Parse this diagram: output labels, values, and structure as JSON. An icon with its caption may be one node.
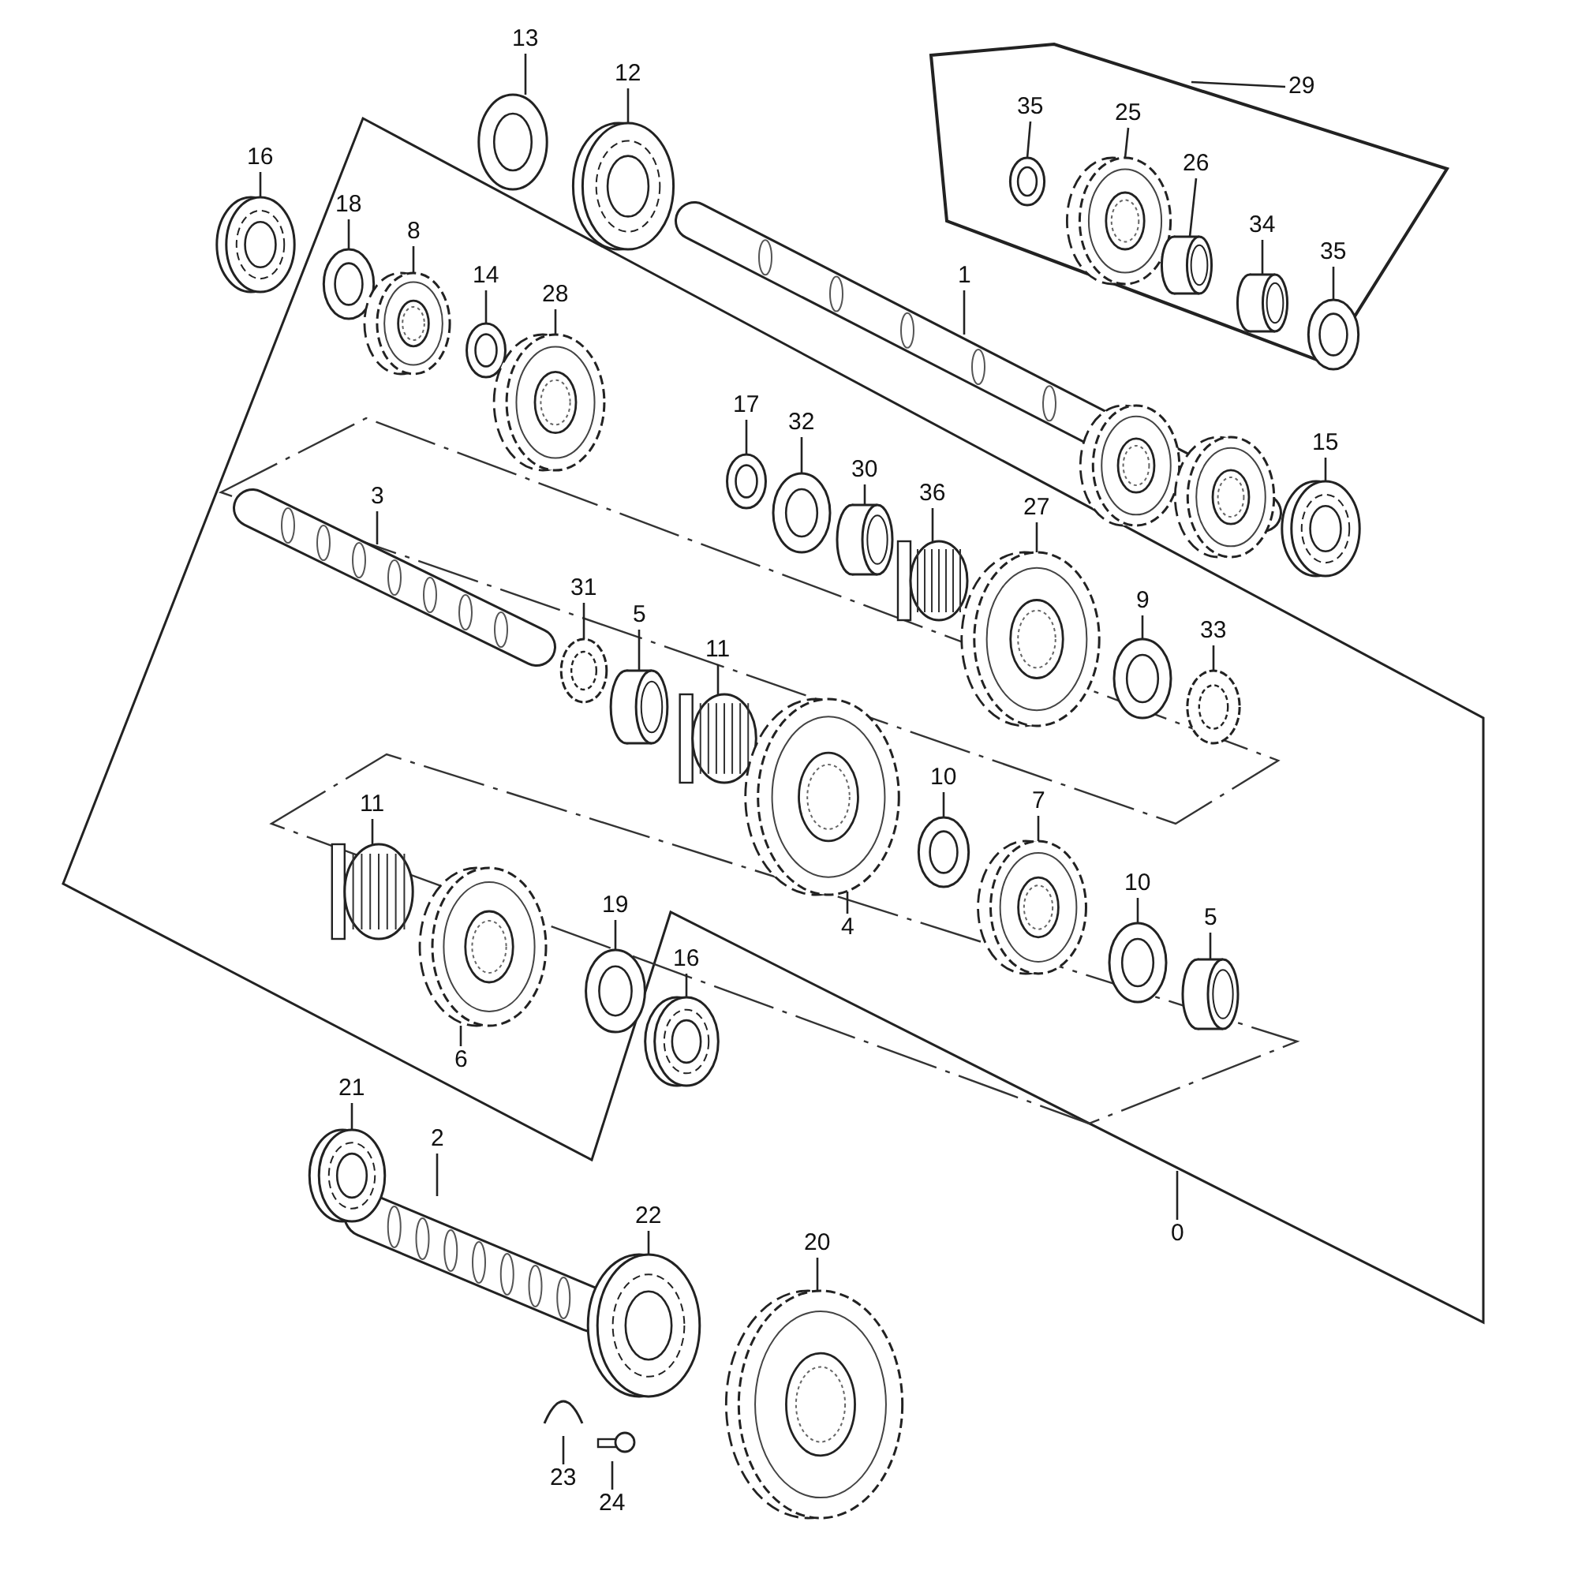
{
  "diagram": {
    "nodes": [
      {
        "text": [
          "13"
        ]
      },
      {
        "text": [
          "12"
        ]
      },
      {
        "text": [
          "29"
        ]
      },
      {
        "text": [
          "35"
        ]
      },
      {
        "text": [
          "25"
        ]
      },
      {
        "text": [
          "16"
        ]
      },
      {
        "text": [
          "26"
        ]
      },
      {
        "text": [
          "18"
        ]
      },
      {
        "text": [
          "8"
        ]
      },
      {
        "text": [
          "34"
        ]
      },
      {
        "text": [
          "35"
        ]
      },
      {
        "text": [
          "14"
        ]
      },
      {
        "text": [
          "1"
        ]
      },
      {
        "text": [
          "28"
        ]
      },
      {
        "text": [
          "17"
        ]
      },
      {
        "text": [
          "32"
        ]
      },
      {
        "text": [
          "15"
        ]
      },
      {
        "text": [
          "30"
        ]
      },
      {
        "text": [
          "36"
        ]
      },
      {
        "text": [
          "3"
        ]
      },
      {
        "text": [
          "27"
        ]
      },
      {
        "text": [
          "31"
        ]
      },
      {
        "text": [
          "5"
        ]
      },
      {
        "text": [
          "9"
        ]
      },
      {
        "text": [
          "11"
        ]
      },
      {
        "text": [
          "33"
        ]
      },
      {
        "text": [
          "10"
        ]
      },
      {
        "text": [
          "11"
        ]
      },
      {
        "text": [
          "7"
        ]
      },
      {
        "text": [
          "10"
        ]
      },
      {
        "text": [
          "19"
        ]
      },
      {
        "text": [
          "5"
        ]
      },
      {
        "text": [
          "4"
        ]
      },
      {
        "text": [
          "16"
        ]
      },
      {
        "text": [
          "6"
        ]
      },
      {
        "text": [
          "21"
        ]
      },
      {
        "text": [
          "2"
        ]
      },
      {
        "text": [
          "0"
        ]
      },
      {
        "text": [
          "22"
        ]
      },
      {
        "text": [
          "20"
        ]
      },
      {
        "text": [
          "23"
        ]
      },
      {
        "text": [
          "24"
        ]
      }
    ],
    "edges": [
      {
        "from": 0,
        "to": null,
        "arrow": "none"
      },
      {
        "from": 1,
        "to": null,
        "arrow": "none"
      },
      {
        "from": 2,
        "to": null,
        "arrow": "none"
      },
      {
        "from": 3,
        "to": null,
        "arrow": "none"
      },
      {
        "from": 4,
        "to": null,
        "arrow": "none"
      },
      {
        "from": 5,
        "to": null,
        "arrow": "none"
      },
      {
        "from": 6,
        "to": null,
        "arrow": "none"
      },
      {
        "from": 7,
        "to": null,
        "arrow": "none"
      },
      {
        "from": 8,
        "to": null,
        "arrow": "none"
      },
      {
        "from": 9,
        "to": null,
        "arrow": "none"
      },
      {
        "from": 10,
        "to": null,
        "arrow": "none"
      },
      {
        "from": 11,
        "to": null,
        "arrow": "none"
      },
      {
        "from": 12,
        "to": null,
        "arrow": "none"
      },
      {
        "from": 13,
        "to": null,
        "arrow": "none"
      },
      {
        "from": 14,
        "to": null,
        "arrow": "none"
      },
      {
        "from": 15,
        "to": null,
        "arrow": "none"
      },
      {
        "from": 16,
        "to": null,
        "arrow": "none"
      },
      {
        "from": 17,
        "to": null,
        "arrow": "none"
      },
      {
        "from": 18,
        "to": null,
        "arrow": "none"
      },
      {
        "from": 19,
        "to": null,
        "arrow": "none"
      },
      {
        "from": 20,
        "to": null,
        "arrow": "none"
      },
      {
        "from": 21,
        "to": null,
        "arrow": "none"
      },
      {
        "from": 22,
        "to": null,
        "arrow": "none"
      },
      {
        "from": 23,
        "to": null,
        "arrow": "none"
      },
      {
        "from": 24,
        "to": null,
        "arrow": "none"
      },
      {
        "from": 25,
        "to": null,
        "arrow": "none"
      },
      {
        "from": 26,
        "to": null,
        "arrow": "none"
      },
      {
        "from": 27,
        "to": null,
        "arrow": "none"
      },
      {
        "from": 28,
        "to": null,
        "arrow": "none"
      },
      {
        "from": 29,
        "to": null,
        "arrow": "none"
      },
      {
        "from": 30,
        "to": null,
        "arrow": "none"
      },
      {
        "from": 31,
        "to": null,
        "arrow": "none"
      },
      {
        "from": 32,
        "to": null,
        "arrow": "none"
      },
      {
        "from": 33,
        "to": null,
        "arrow": "none"
      },
      {
        "from": 34,
        "to": null,
        "arrow": "none"
      },
      {
        "from": 35,
        "to": null,
        "arrow": "none"
      },
      {
        "from": 36,
        "to": null,
        "arrow": "none"
      },
      {
        "from": 37,
        "to": null,
        "arrow": "none"
      },
      {
        "from": 38,
        "to": null,
        "arrow": "none"
      },
      {
        "from": 39,
        "to": null,
        "arrow": "none"
      },
      {
        "from": 40,
        "to": null,
        "arrow": "none"
      },
      {
        "from": 41,
        "to": null,
        "arrow": "none"
      }
    ]
  }
}
